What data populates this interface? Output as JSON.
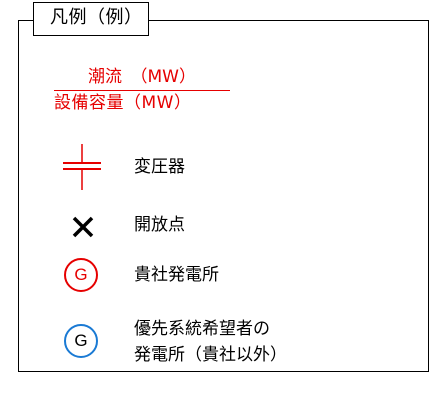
{
  "legend": {
    "title": "凡例（例）",
    "flow_label": "潮流　（MW）",
    "capacity_label": "設備容量（MW）",
    "items": [
      {
        "label": "変圧器",
        "icon": "transformer-icon",
        "color": "#e60000"
      },
      {
        "label": "開放点",
        "icon": "open-point-x-icon",
        "color": "#000000"
      },
      {
        "label": "貴社発電所",
        "icon": "own-power-station-g-icon",
        "glyph": "G",
        "color": "#e60000"
      },
      {
        "label_line1": "優先系統希望者の",
        "label_line2": "発電所（貴社以外）",
        "icon": "priority-power-station-g-icon",
        "glyph": "G",
        "color": "#1a7ad4"
      }
    ]
  }
}
